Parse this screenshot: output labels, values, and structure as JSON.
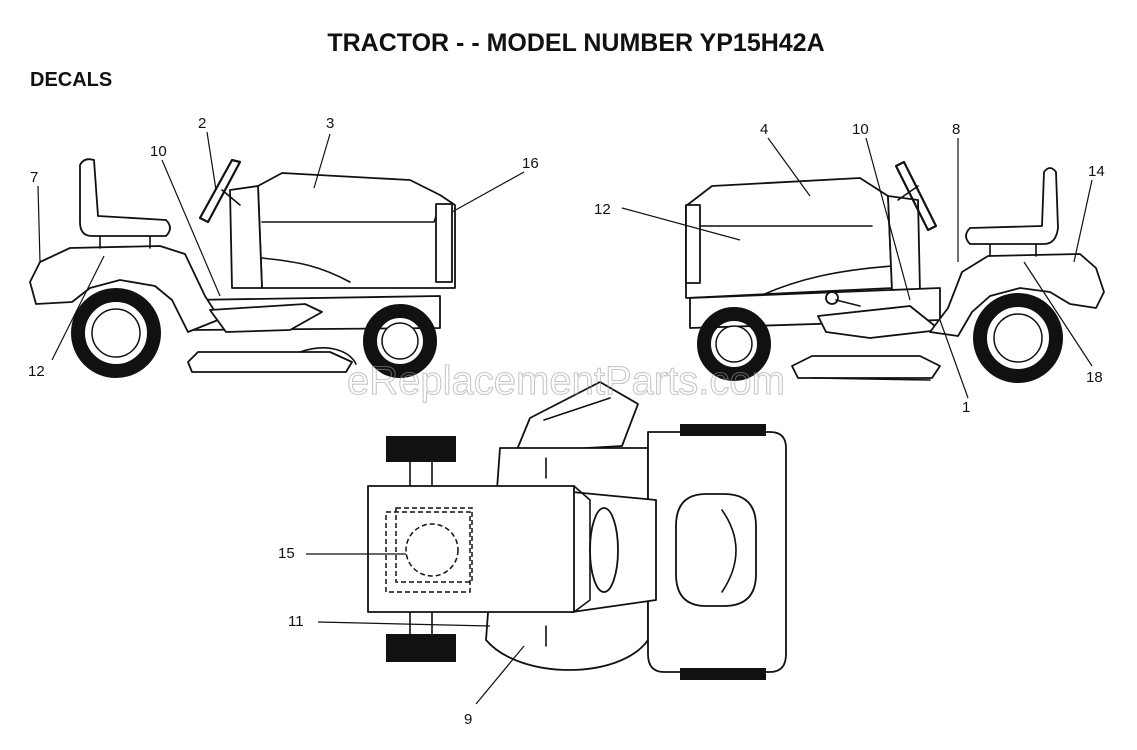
{
  "header": {
    "title": "TRACTOR - - MODEL NUMBER YP15H42A",
    "section": "DECALS"
  },
  "watermark": "eReplacementParts.com",
  "callouts": [
    "1",
    "2",
    "3",
    "4",
    "7",
    "8",
    "9",
    "10",
    "10",
    "11",
    "12",
    "12",
    "14",
    "15",
    "16",
    "18"
  ]
}
